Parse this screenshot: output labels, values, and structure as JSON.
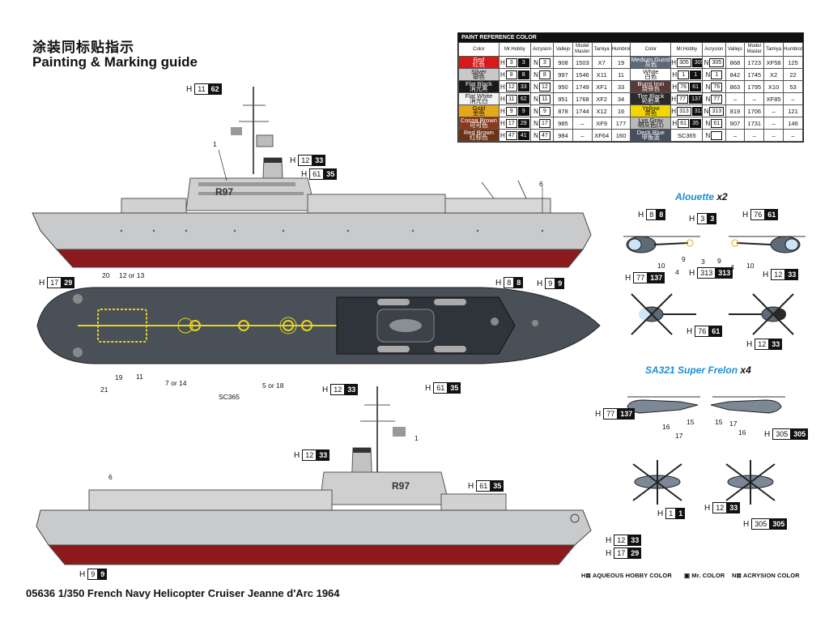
{
  "header": {
    "title_cn": "涂装同标贴指示",
    "title_en": "Painting & Marking guide"
  },
  "color_table": {
    "title": "PAINT REFERENCE COLOR",
    "columns": [
      "Color",
      "Mr.Hobby",
      "Acrysion",
      "Vallejo",
      "Model Master",
      "Tamiya",
      "Humbrol"
    ],
    "left_rows": [
      {
        "name": "Red",
        "cn": "红色",
        "swatch": "#d81919",
        "h": "3",
        "mr": "3",
        "n": "3",
        "vallejo": "908",
        "mm": "1503",
        "tamiya": "X7",
        "humbrol": "19"
      },
      {
        "name": "Silver",
        "cn": "银色",
        "swatch": "#c8c8c8",
        "h": "8",
        "mr": "8",
        "n": "8",
        "vallejo": "997",
        "mm": "1546",
        "tamiya": "X11",
        "humbrol": "11"
      },
      {
        "name": "Flat Black",
        "cn": "消光黑",
        "swatch": "#1a1a1a",
        "h": "12",
        "mr": "33",
        "n": "12",
        "vallejo": "950",
        "mm": "1749",
        "tamiya": "XF1",
        "humbrol": "33"
      },
      {
        "name": "Flat White",
        "cn": "消光白",
        "swatch": "#f2f2f2",
        "h": "11",
        "mr": "62",
        "n": "11",
        "vallejo": "951",
        "mm": "1768",
        "tamiya": "XF2",
        "humbrol": "34"
      },
      {
        "name": "Gold",
        "cn": "金色",
        "swatch": "#e3a81c",
        "h": "9",
        "mr": "9",
        "n": "9",
        "vallejo": "878",
        "mm": "1744",
        "tamiya": "X12",
        "humbrol": "16"
      },
      {
        "name": "Cocoa Brown",
        "cn": "可可色",
        "swatch": "#8a3a1e",
        "h": "17",
        "mr": "29",
        "n": "17",
        "vallejo": "985",
        "mm": "–",
        "tamiya": "XF9",
        "humbrol": "177"
      },
      {
        "name": "Red Brown",
        "cn": "红棕色",
        "swatch": "#6b3418",
        "h": "47",
        "mr": "41",
        "n": "47",
        "vallejo": "984",
        "mm": "–",
        "tamiya": "XF64",
        "humbrol": "160"
      }
    ],
    "right_rows": [
      {
        "name": "Medium Gunship Grey",
        "cn": "灰色",
        "swatch": "#5d6a78",
        "h": "305",
        "mr": "305",
        "n": "305",
        "vallejo": "868",
        "mm": "1723",
        "tamiya": "XF58",
        "humbrol": "125"
      },
      {
        "name": "White",
        "cn": "白色",
        "swatch": "#ffffff",
        "h": "1",
        "mr": "1",
        "n": "1",
        "vallejo": "842",
        "mm": "1745",
        "tamiya": "X2",
        "humbrol": "22"
      },
      {
        "name": "Burnt Iron",
        "cn": "烧铁色",
        "swatch": "#5a3a36",
        "h": "76",
        "mr": "61",
        "n": "76",
        "vallejo": "863",
        "mm": "1795",
        "tamiya": "X10",
        "humbrol": "53"
      },
      {
        "name": "Tire Black",
        "cn": "轮胎黑",
        "swatch": "#2a2a2a",
        "h": "77",
        "mr": "137",
        "n": "77",
        "vallejo": "–",
        "mm": "–",
        "tamiya": "XF85",
        "humbrol": "–"
      },
      {
        "name": "Yellow",
        "cn": "黄色",
        "swatch": "#f2d600",
        "h": "313",
        "mr": "313",
        "n": "313",
        "vallejo": "819",
        "mm": "1706",
        "tamiya": "–",
        "humbrol": "121"
      },
      {
        "name": "Lyn Gray",
        "cn": "明灰色(1)",
        "swatch": "#b8b8b8",
        "h": "61",
        "mr": "35",
        "n": "61",
        "vallejo": "907",
        "mm": "1731",
        "tamiya": "–",
        "humbrol": "146"
      },
      {
        "name": "Deck Blue",
        "cn": "甲板蓝",
        "swatch": "#46505e",
        "h": "SC365",
        "mr": "",
        "n": "",
        "vallejo": "–",
        "mm": "–",
        "tamiya": "–",
        "humbrol": "–"
      }
    ]
  },
  "colors": {
    "hull_grey": "#c9cacc",
    "hull_red": "#8c1a1c",
    "deck": "#4a5058",
    "yellow": "#e7d420",
    "accent_blue": "#1a8fd3"
  },
  "labels": {
    "h11_62": {
      "h": "H",
      "a": "11",
      "b": "62"
    },
    "h12_33": {
      "h": "H",
      "a": "12",
      "b": "33"
    },
    "h61_35": {
      "h": "H",
      "a": "61",
      "b": "35"
    },
    "h17_29": {
      "h": "H",
      "a": "17",
      "b": "29"
    },
    "h8_8": {
      "h": "H",
      "a": "8",
      "b": "8"
    },
    "h9_9": {
      "h": "H",
      "a": "9",
      "b": "9"
    },
    "h3_3": {
      "h": "H",
      "a": "3",
      "b": "3"
    },
    "h76_61": {
      "h": "H",
      "a": "76",
      "b": "61"
    },
    "h77_137": {
      "h": "H",
      "a": "77",
      "b": "137"
    },
    "h313_313": {
      "h": "H",
      "a": "313",
      "b": "313"
    },
    "h305_305": {
      "h": "H",
      "a": "305",
      "b": "305"
    },
    "h1_1": {
      "h": "H",
      "a": "1",
      "b": "1"
    }
  },
  "part_numbers": {
    "n1": "1",
    "n6": "6",
    "n20": "20",
    "n12or13": "12 or 13",
    "n19": "19",
    "n11": "11",
    "n21": "21",
    "n7or14": "7 or 14",
    "n5or18": "5 or 18",
    "sc365": "SC365",
    "n10": "10",
    "n9": "9",
    "n4": "4",
    "n3": "3",
    "n15": "15",
    "n16": "16",
    "n17": "17",
    "hull_number": "R97"
  },
  "helicopters": {
    "alouette": {
      "name": "Alouette",
      "qty": "x2"
    },
    "frelon": {
      "name": "SA321 Super Frelon",
      "qty": "x4"
    }
  },
  "footer": {
    "title": "05636 1/350 French Navy Helicopter Cruiser Jeanne d'Arc 1964",
    "legend_h": "AQUEOUS HOBBY COLOR",
    "legend_mr": "Mr. COLOR",
    "legend_n": "ACRYSION COLOR"
  }
}
